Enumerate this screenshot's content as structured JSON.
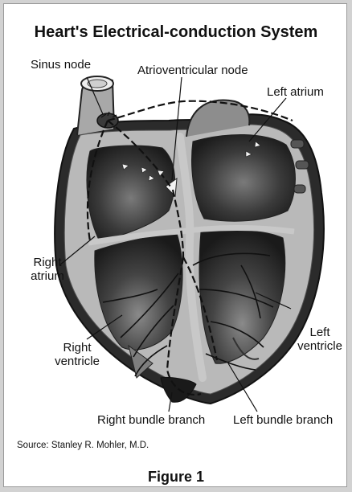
{
  "figure": {
    "title": "Heart's Electrical-conduction System",
    "labels": {
      "sinus_node": "Sinus node",
      "av_node": "Atrioventricular node",
      "left_atrium": "Left atrium",
      "right_atrium_1": "Right",
      "right_atrium_2": "atrium",
      "right_ventricle_1": "Right",
      "right_ventricle_2": "ventricle",
      "left_ventricle_1": "Left",
      "left_ventricle_2": "ventricle",
      "right_bundle_branch": "Right bundle branch",
      "left_bundle_branch": "Left bundle branch"
    },
    "source": "Source: Stanley R. Mohler, M.D.",
    "caption": "Figure 1"
  }
}
